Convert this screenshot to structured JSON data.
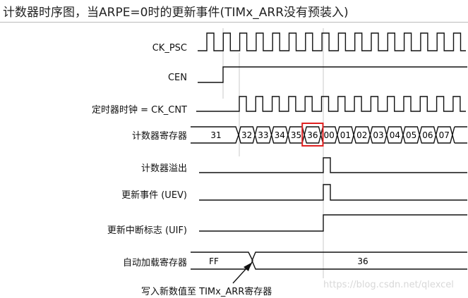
{
  "title": "计数器时序图，当ARPE=0时的更新事件(TIMx_ARR没有预装入)",
  "signals": {
    "ck_psc": "CK_PSC",
    "cen": "CEN",
    "ck_cnt": "定时器时钟 = CK_CNT",
    "counter": "计数器寄存器",
    "overflow": "计数器溢出",
    "uev": "更新事件 (UEV)",
    "uif": "更新中断标志 (UIF)",
    "arr": "自动加载寄存器"
  },
  "counter_values": [
    "31",
    "32",
    "33",
    "34",
    "35",
    "36",
    "00",
    "01",
    "02",
    "03",
    "04",
    "05",
    "06",
    "07"
  ],
  "highlighted_value": "36",
  "arr_values": [
    "FF",
    "36"
  ],
  "annotation": "写入新数值至 TIMx_ARR寄存器",
  "watermark": "https://blog.csdn.net/qlexcel",
  "colors": {
    "highlight": "#e02020",
    "line": "#111111",
    "guide": "#c8c8c8"
  }
}
